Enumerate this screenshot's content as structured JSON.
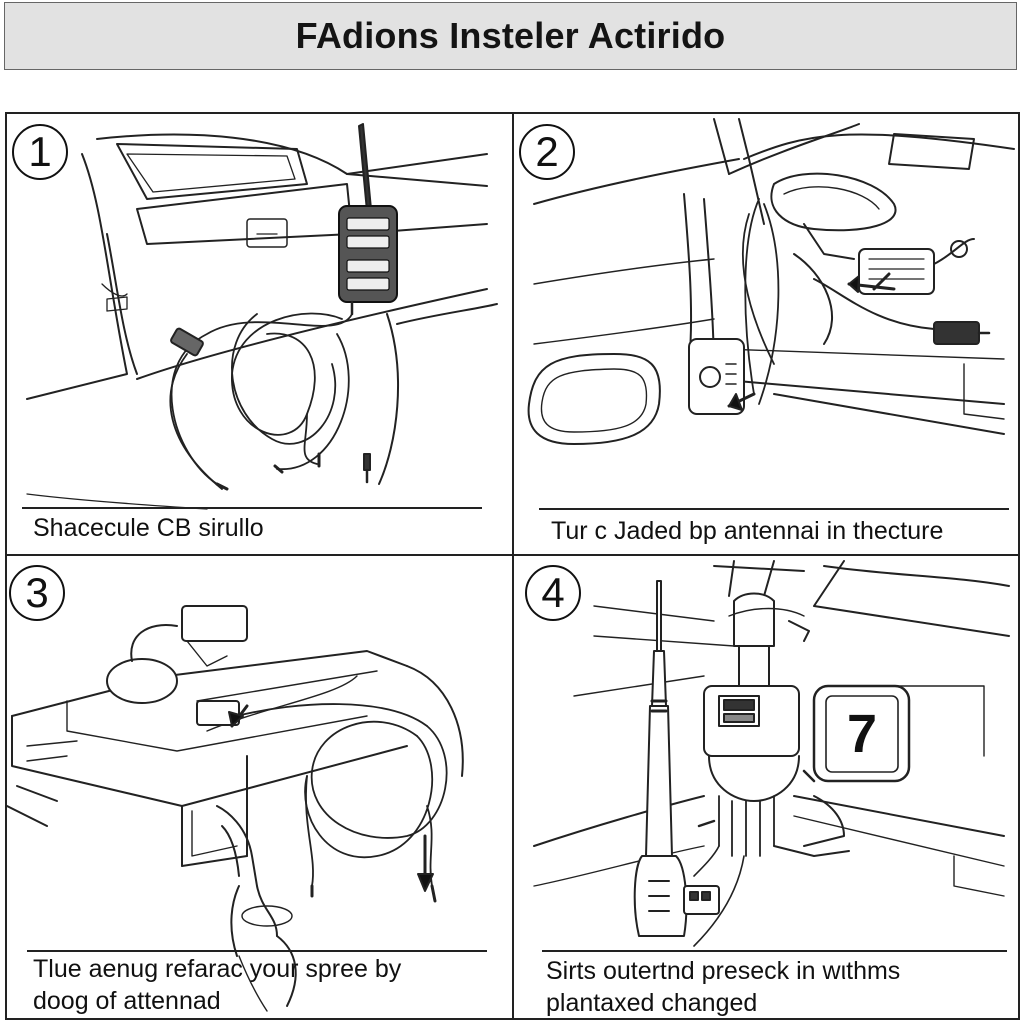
{
  "title": "FAdions Insteler Actirido",
  "steps": [
    {
      "number": "1",
      "caption": "Shacecule CB sirullo"
    },
    {
      "number": "2",
      "caption": "Tur c Jaded bp antennai in thecture"
    },
    {
      "number": "3",
      "caption_lines": [
        "Tlue aenug refarac your spree by",
        "doog of attennad"
      ]
    },
    {
      "number": "4",
      "caption_lines": [
        "Sirts outertnd preseck in wιthms",
        "plantaxed changed"
      ],
      "sign_text": "7"
    }
  ],
  "colors": {
    "title_background": "#e2e2e2",
    "line_art": "#222222",
    "background": "#ffffff"
  },
  "icons": [
    "cb-radio-icon",
    "antenna-icon",
    "coiled-cable-icon",
    "arrow-icon",
    "connector-icon"
  ]
}
